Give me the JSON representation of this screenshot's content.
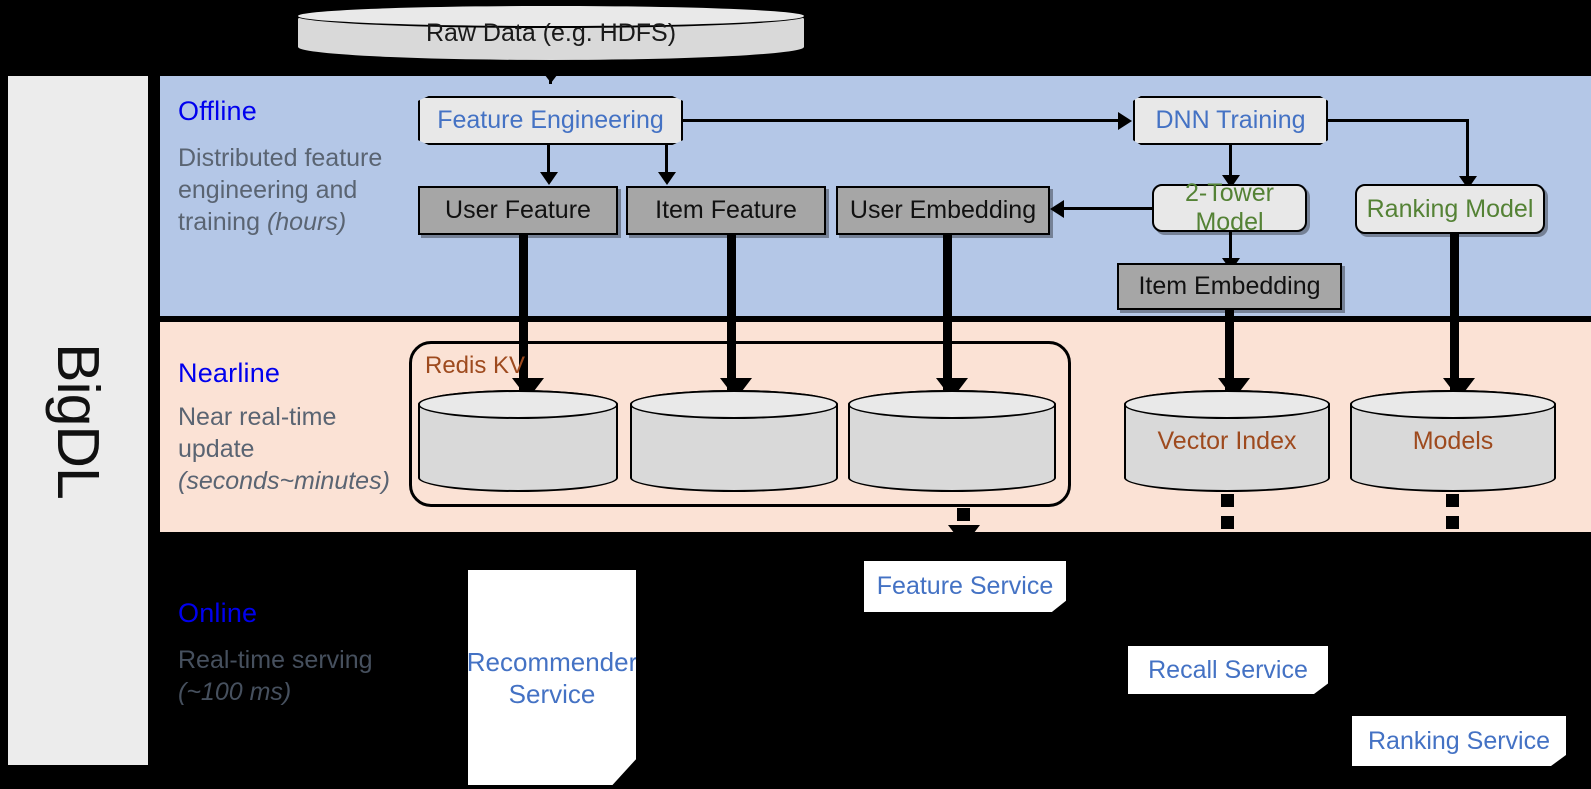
{
  "sidebar": {
    "label": "BigDL"
  },
  "stages": [
    {
      "id": "offline",
      "title": "Offline",
      "desc_plain": "Distributed feature engineering and training ",
      "desc_italic": "(hours)"
    },
    {
      "id": "nearline",
      "title": "Nearline",
      "desc_plain": "Near real-time update ",
      "desc_italic": "(seconds~minutes)"
    },
    {
      "id": "online",
      "title": "Online",
      "desc_plain": "Real-time serving ",
      "desc_italic": "(~100 ms)"
    }
  ],
  "nodes": {
    "raw_data": "Raw Data (e.g. HDFS)",
    "feature_engineering": "Feature Engineering",
    "dnn_training": "DNN Training",
    "user_feature": "User Feature",
    "item_feature": "Item Feature",
    "user_embedding": "User Embedding",
    "two_tower_model": "2-Tower Model",
    "ranking_model": "Ranking Model",
    "item_embedding": "Item Embedding",
    "redis_kv": "Redis KV",
    "vector_index": "Vector Index",
    "models": "Models",
    "recommender_service": "Recommender Service",
    "feature_service": "Feature Service",
    "recall_service": "Recall Service",
    "ranking_service": "Ranking Service"
  },
  "colors": {
    "offline_band": "#b4c7e7",
    "nearline_band": "#fbe2d5",
    "online_band": "#000000",
    "stage_title": "#0000ee",
    "stage_desc": "#5a6472",
    "process_text": "#4472c4",
    "model_text": "#548235",
    "storage_text": "#9e4a1e",
    "data_box_fill": "#a6a6a6",
    "sidebar_fill": "#ececec"
  }
}
